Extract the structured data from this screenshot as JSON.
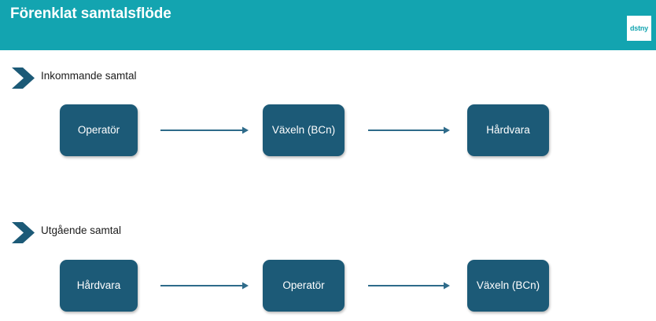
{
  "header": {
    "title": "Förenklat samtalsflöde",
    "background_color": "#13A4B0",
    "title_color": "#ffffff",
    "logo": {
      "text": "dstny",
      "text_color": "#13A4B0",
      "background_color": "#ffffff"
    }
  },
  "theme": {
    "node_fill": "#1C5A77",
    "node_text": "#ffffff",
    "arrow_color": "#2E6B8A",
    "marker_color": "#1C5A77",
    "page_background": "#ffffff",
    "section_label_color": "#1c1c1c"
  },
  "sections": [
    {
      "marker_icon": "chevron-right-icon",
      "label": "Inkommande samtal",
      "nodes": [
        {
          "label": "Operatör"
        },
        {
          "label": "Växeln (BCn)"
        },
        {
          "label": "Hårdvara"
        }
      ],
      "connectors": [
        {
          "direction": "right"
        },
        {
          "direction": "right"
        }
      ]
    },
    {
      "marker_icon": "chevron-right-icon",
      "label": "Utgående samtal",
      "nodes": [
        {
          "label": "Hårdvara"
        },
        {
          "label": "Operatör"
        },
        {
          "label": "Växeln (BCn)"
        }
      ],
      "connectors": [
        {
          "direction": "right"
        },
        {
          "direction": "right"
        }
      ]
    }
  ]
}
